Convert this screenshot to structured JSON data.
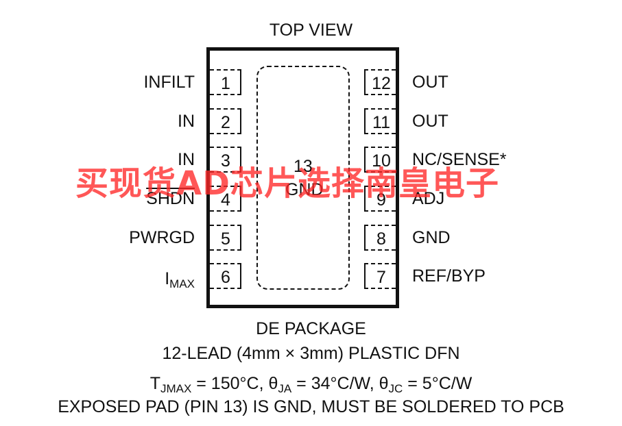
{
  "header": {
    "top_view": "TOP VIEW"
  },
  "pins_left": [
    {
      "num": "1",
      "label": "INFILT"
    },
    {
      "num": "2",
      "label": "IN"
    },
    {
      "num": "3",
      "label": "IN"
    },
    {
      "num": "4",
      "label": "SHDN",
      "overline": true
    },
    {
      "num": "5",
      "label": "PWRGD"
    },
    {
      "num": "6",
      "label": "I",
      "sub": "MAX"
    }
  ],
  "pins_right": [
    {
      "num": "12",
      "label": "OUT"
    },
    {
      "num": "11",
      "label": "OUT"
    },
    {
      "num": "10",
      "label": "NC/SENSE*"
    },
    {
      "num": "9",
      "label": "ADJ"
    },
    {
      "num": "8",
      "label": "GND"
    },
    {
      "num": "7",
      "label": "REF/BYP"
    }
  ],
  "exposed_pad": {
    "num": "13",
    "label": "GND"
  },
  "footer": {
    "package": "DE PACKAGE",
    "lead": "12-LEAD (4mm × 3mm) PLASTIC DFN",
    "thermal": {
      "t": "T",
      "t_sub": "JMAX",
      "t_val": " = 150°C, ",
      "ja": "θ",
      "ja_sub": "JA",
      "ja_val": " = 34°C/W, ",
      "jc": "θ",
      "jc_sub": "JC",
      "jc_val": " = 5°C/W"
    },
    "note": "EXPOSED PAD (PIN 13) IS GND, MUST BE SOLDERED TO PCB"
  },
  "watermark": "买现货AD芯片选择南皇电子"
}
